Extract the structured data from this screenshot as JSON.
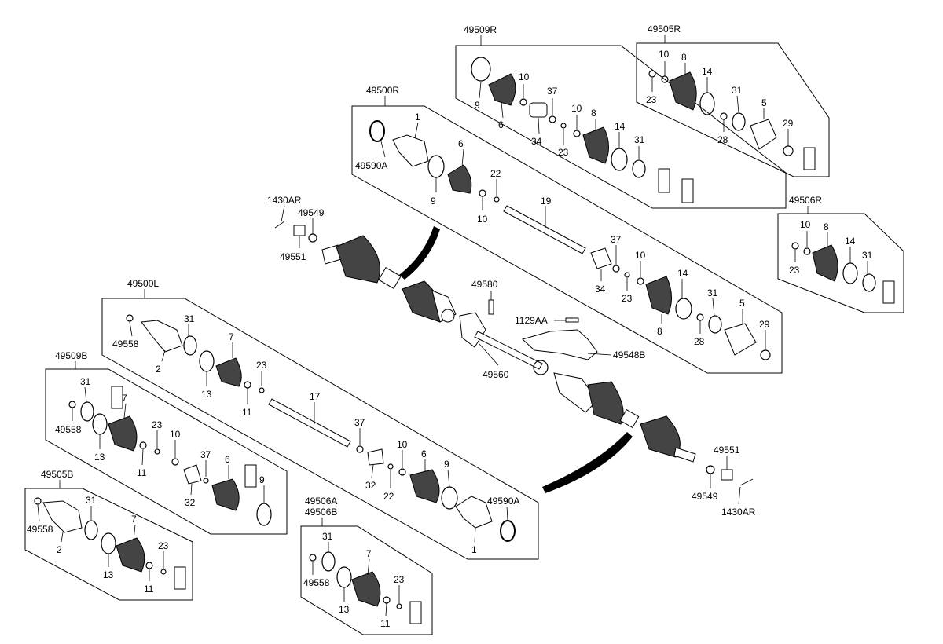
{
  "panels": [
    {
      "id": "49509R",
      "title": "49509R"
    },
    {
      "id": "49505R",
      "title": "49505R"
    },
    {
      "id": "49500R",
      "title": "49500R"
    },
    {
      "id": "49506R",
      "title": "49506R"
    },
    {
      "id": "49500L",
      "title": "49500L"
    },
    {
      "id": "49509B",
      "title": "49509B"
    },
    {
      "id": "49505B",
      "title": "49505B"
    },
    {
      "id": "49506AB",
      "title": "49506A",
      "title2": "49506B"
    }
  ],
  "callouts": {
    "p49509R": [
      "9",
      "6",
      "10",
      "34",
      "37",
      "23",
      "10",
      "8",
      "14",
      "31"
    ],
    "p49505R": [
      "10",
      "8",
      "23",
      "14",
      "31",
      "5",
      "28",
      "29"
    ],
    "p49500R": [
      "1",
      "49590A",
      "6",
      "9",
      "22",
      "10",
      "19",
      "37",
      "10",
      "34",
      "23",
      "14",
      "8",
      "31",
      "28",
      "5",
      "29"
    ],
    "p49506R": [
      "10",
      "8",
      "23",
      "14",
      "31"
    ],
    "p49500L": [
      "31",
      "49558",
      "2",
      "7",
      "13",
      "23",
      "11",
      "17",
      "37",
      "32",
      "10",
      "22",
      "6",
      "9",
      "49590A",
      "1"
    ],
    "p49509B": [
      "31",
      "7",
      "49558",
      "13",
      "23",
      "11",
      "10",
      "37",
      "6",
      "32",
      "9"
    ],
    "p49505B": [
      "31",
      "49558",
      "7",
      "2",
      "13",
      "23",
      "11"
    ],
    "p49506AB": [
      "31",
      "7",
      "49558",
      "23",
      "13",
      "11"
    ],
    "center": [
      "1430AR",
      "49549",
      "49551",
      "49580",
      "1129AA",
      "49548B",
      "49560",
      "49551",
      "49549",
      "1430AR"
    ]
  }
}
